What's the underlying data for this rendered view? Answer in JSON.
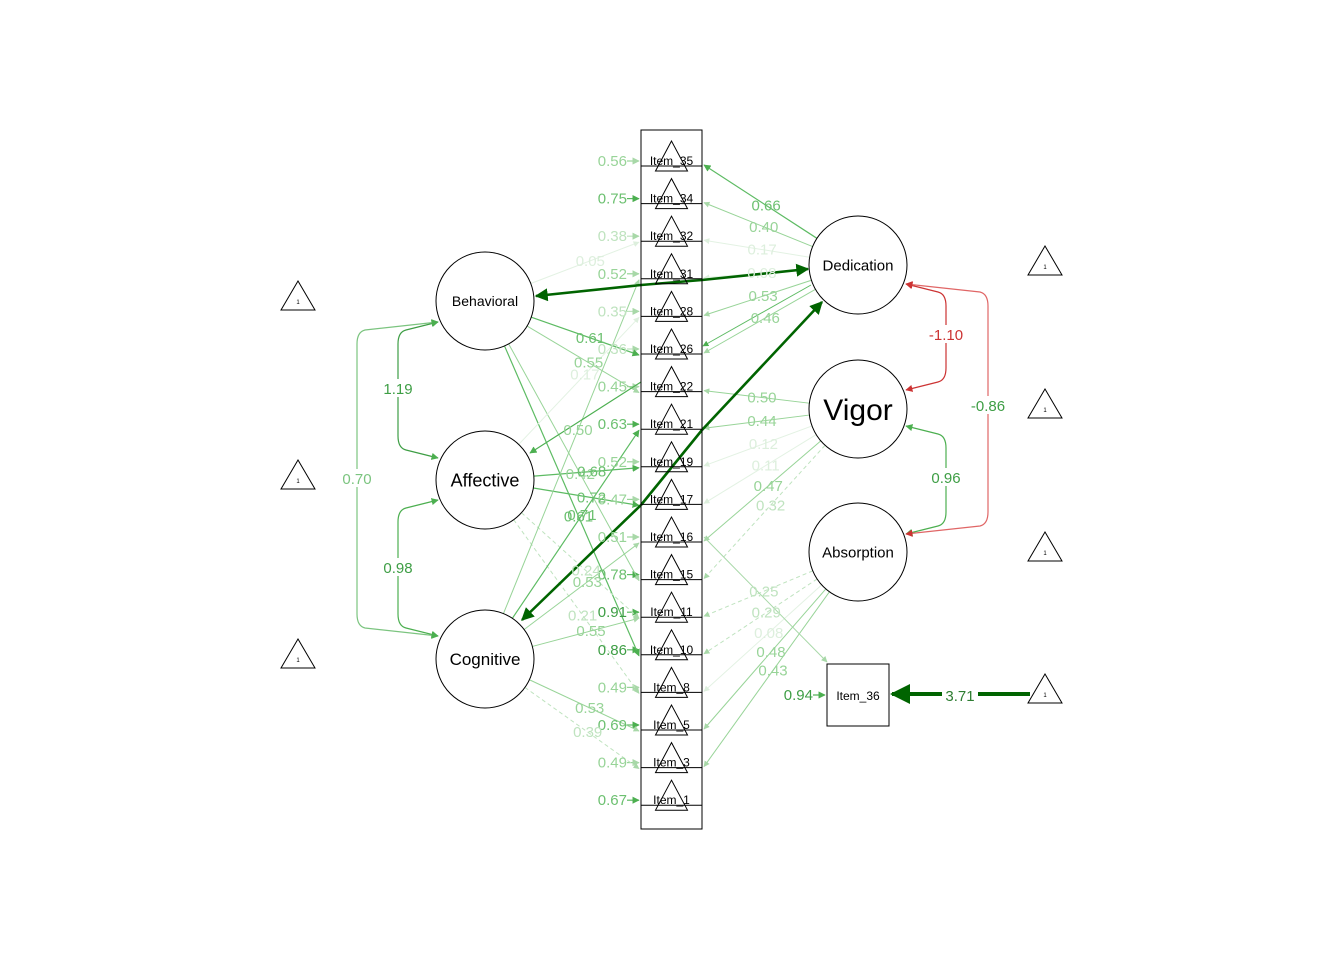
{
  "diagram": {
    "type": "sem-path-diagram",
    "colors": {
      "positive_strong": "#006400",
      "positive": "#4CAF50",
      "negative": "#CC3333",
      "node_stroke": "#000000",
      "background": "#ffffff"
    },
    "latents": [
      {
        "id": "Behavioral",
        "label": "Behavioral"
      },
      {
        "id": "Affective",
        "label": "Affective"
      },
      {
        "id": "Cognitive",
        "label": "Cognitive"
      },
      {
        "id": "Dedication",
        "label": "Dedication"
      },
      {
        "id": "Vigor",
        "label": "Vigor"
      },
      {
        "id": "Absorption",
        "label": "Absorption"
      }
    ],
    "manifests": [
      {
        "id": "Item_35",
        "label": "Item_35",
        "intercept": "0.56"
      },
      {
        "id": "Item_34",
        "label": "Item_34",
        "intercept": "0.75"
      },
      {
        "id": "Item_32",
        "label": "Item_32",
        "intercept": "0.38"
      },
      {
        "id": "Item_31",
        "label": "Item_31",
        "intercept": "0.52"
      },
      {
        "id": "Item_28",
        "label": "Item_28",
        "intercept": "0.35"
      },
      {
        "id": "Item_26",
        "label": "Item_26",
        "intercept": "0.36"
      },
      {
        "id": "Item_22",
        "label": "Item_22",
        "intercept": "0.45"
      },
      {
        "id": "Item_21",
        "label": "Item_21",
        "intercept": "0.63"
      },
      {
        "id": "Item_19",
        "label": "Item_19",
        "intercept": "0.52"
      },
      {
        "id": "Item_17",
        "label": "Item_17",
        "intercept": "0.47"
      },
      {
        "id": "Item_16",
        "label": "Item_16",
        "intercept": "0.51"
      },
      {
        "id": "Item_15",
        "label": "Item_15",
        "intercept": "0.78"
      },
      {
        "id": "Item_11",
        "label": "Item_11",
        "intercept": "0.91"
      },
      {
        "id": "Item_10",
        "label": "Item_10",
        "intercept": "0.86"
      },
      {
        "id": "Item_8",
        "label": "Item_8",
        "intercept": "0.49"
      },
      {
        "id": "Item_5",
        "label": "Item_5",
        "intercept": "0.69"
      },
      {
        "id": "Item_3",
        "label": "Item_3",
        "intercept": "0.49"
      },
      {
        "id": "Item_1",
        "label": "Item_1",
        "intercept": "0.67"
      }
    ],
    "extra_manifest": {
      "id": "Item_36",
      "label": "Item_36",
      "intercept": "0.94"
    },
    "constant_label": "1",
    "constant_paths": [
      {
        "to": "Item_36",
        "value": "3.71"
      }
    ],
    "loadings": [
      {
        "from": "Dedication",
        "to": "Item_35",
        "value": "0.66"
      },
      {
        "from": "Dedication",
        "to": "Item_34",
        "value": "0.40"
      },
      {
        "from": "Dedication",
        "to": "Item_32",
        "value": "0.17"
      },
      {
        "from": "Dedication",
        "to": "Item_31",
        "value": "0.08"
      },
      {
        "from": "Dedication",
        "to": "Item_28",
        "value": "0.53"
      },
      {
        "from": "Dedication",
        "to": "Item_26",
        "value": "0.46"
      },
      {
        "from": "Vigor",
        "to": "Item_22",
        "value": "0.50"
      },
      {
        "from": "Vigor",
        "to": "Item_21",
        "value": "0.44"
      },
      {
        "from": "Vigor",
        "to": "Item_19",
        "value": "0.12"
      },
      {
        "from": "Vigor",
        "to": "Item_17",
        "value": "0.11"
      },
      {
        "from": "Vigor",
        "to": "Item_16",
        "value": "0.47"
      },
      {
        "from": "Vigor",
        "to": "Item_15",
        "value": "0.32"
      },
      {
        "from": "Absorption",
        "to": "Item_11",
        "value": "0.25"
      },
      {
        "from": "Absorption",
        "to": "Item_10",
        "value": "0.29"
      },
      {
        "from": "Absorption",
        "to": "Item_8",
        "value": "0.08"
      },
      {
        "from": "Absorption",
        "to": "Item_5",
        "value": "0.48"
      },
      {
        "from": "Absorption",
        "to": "Item_3",
        "value": "0.43"
      },
      {
        "from": "Behavioral",
        "to": "Item_32",
        "value": "0.05"
      },
      {
        "from": "Behavioral",
        "to": "Item_22",
        "value": "0.55"
      },
      {
        "from": "Behavioral",
        "to": "Item_26",
        "value": "0.61"
      },
      {
        "from": "Behavioral",
        "to": "Item_15",
        "value": "0.42"
      },
      {
        "from": "Behavioral",
        "to": "Item_10",
        "value": "0.61"
      },
      {
        "from": "Affective",
        "to": "Item_19",
        "value": "0.68"
      },
      {
        "from": "Affective",
        "to": "Item_17",
        "value": "0.72"
      },
      {
        "from": "Affective",
        "to": "Item_28",
        "value": "0.17"
      },
      {
        "from": "Affective",
        "to": "Item_11",
        "value": "0.24"
      },
      {
        "from": "Affective",
        "to": "Item_8",
        "value": "0.21"
      },
      {
        "from": "Cognitive",
        "to": "Item_21",
        "value": "0.71"
      },
      {
        "from": "Cognitive",
        "to": "Item_16",
        "value": "0.53"
      },
      {
        "from": "Cognitive",
        "to": "Item_11",
        "value": "0.55"
      },
      {
        "from": "Cognitive",
        "to": "Item_31",
        "value": "0.50"
      },
      {
        "from": "Cognitive",
        "to": "Item_5",
        "value": "0.53"
      },
      {
        "from": "Cognitive",
        "to": "Item_3",
        "value": "0.39"
      },
      {
        "from": "Item_16",
        "to": "Item_36",
        "value": ""
      }
    ],
    "structural_paths": [
      {
        "from": "Dedication",
        "to": "Behavioral",
        "value": ""
      },
      {
        "from": "Behavioral",
        "to": "Dedication",
        "value": ""
      },
      {
        "from": "Cognitive",
        "to": "Dedication",
        "value": ""
      },
      {
        "from": "Dedication",
        "to": "Cognitive",
        "value": ""
      },
      {
        "from": "Item_22",
        "to": "Affective",
        "value": ""
      }
    ],
    "covariances": [
      {
        "a": "Behavioral",
        "b": "Affective",
        "value": "1.19"
      },
      {
        "a": "Affective",
        "b": "Cognitive",
        "value": "0.98"
      },
      {
        "a": "Behavioral",
        "b": "Cognitive",
        "value": "0.70"
      },
      {
        "a": "Dedication",
        "b": "Vigor",
        "value": "-1.10"
      },
      {
        "a": "Vigor",
        "b": "Absorption",
        "value": "0.96"
      },
      {
        "a": "Dedication",
        "b": "Absorption",
        "value": "-0.86"
      }
    ]
  }
}
